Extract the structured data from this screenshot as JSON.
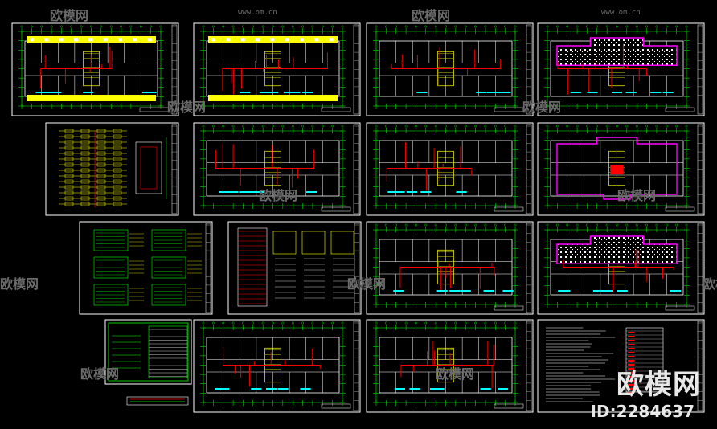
{
  "watermark": {
    "brand": "欧模网",
    "url": "www.om.cn",
    "id": "ID:2284637"
  },
  "palette": {
    "frame": "#ffffff",
    "grid": "#00ff00",
    "wire": "#ff0000",
    "accent": "#ffff00",
    "window": "#00ffff",
    "outline": "#ff00ff"
  },
  "sheets": [
    {
      "name": "sheet-floor-plan-1",
      "kind": "plan",
      "plan": "yellow"
    },
    {
      "name": "sheet-floor-plan-2",
      "kind": "plan",
      "plan": "yellow"
    },
    {
      "name": "sheet-floor-plan-3",
      "kind": "plan",
      "plan": "standard"
    },
    {
      "name": "sheet-floor-plan-4",
      "kind": "plan",
      "plan": "magenta"
    },
    {
      "name": "sheet-riser-diagram",
      "kind": "riser"
    },
    {
      "name": "sheet-floor-plan-5",
      "kind": "plan",
      "plan": "standard"
    },
    {
      "name": "sheet-floor-plan-6",
      "kind": "plan",
      "plan": "standard"
    },
    {
      "name": "sheet-roof-outline",
      "kind": "plan",
      "plan": "outline"
    },
    {
      "name": "sheet-distribution-boxes",
      "kind": "boxes"
    },
    {
      "name": "sheet-system-diagram",
      "kind": "system"
    },
    {
      "name": "sheet-floor-plan-7",
      "kind": "plan",
      "plan": "standard"
    },
    {
      "name": "sheet-floor-plan-8",
      "kind": "plan",
      "plan": "magenta"
    },
    {
      "name": "sheet-cover-index",
      "kind": "cover"
    },
    {
      "name": "sheet-floor-plan-9",
      "kind": "plan",
      "plan": "standard"
    },
    {
      "name": "sheet-floor-plan-10",
      "kind": "plan",
      "plan": "standard"
    },
    {
      "name": "sheet-design-notes",
      "kind": "notes"
    }
  ]
}
